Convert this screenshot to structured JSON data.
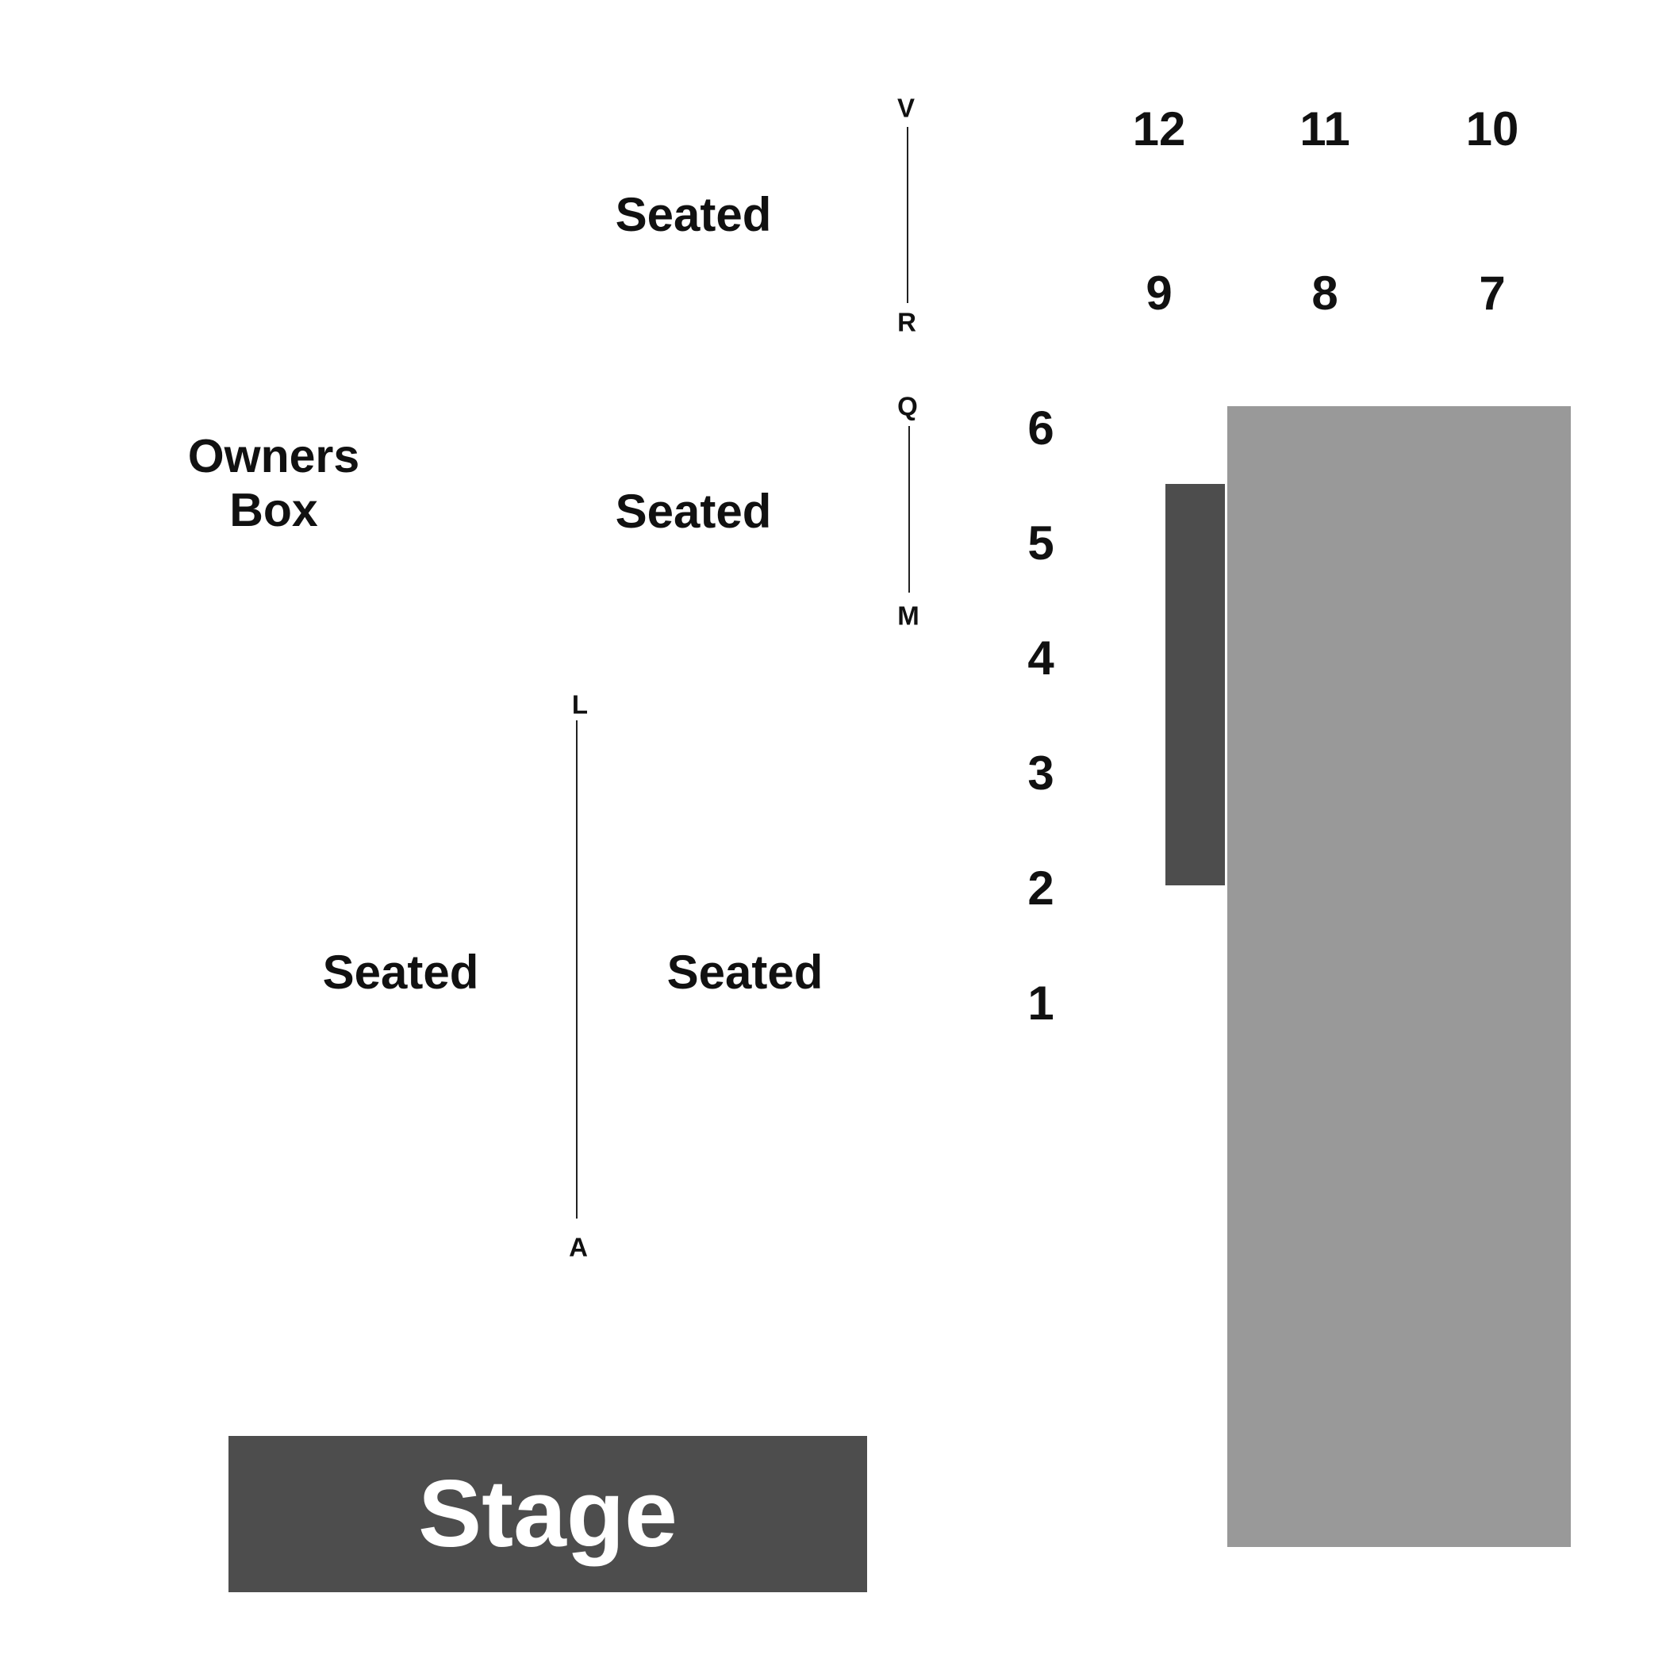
{
  "colors": {
    "background": "#ffffff",
    "text": "#111111",
    "stage": "#4d4d4d",
    "stage_text": "#ffffff",
    "tall_block": "#999999",
    "narrow_block": "#4d4d4d",
    "row_line": "#222222"
  },
  "sections": {
    "seated_upper": "Seated",
    "seated_middle": "Seated",
    "seated_lower_left": "Seated",
    "seated_lower_right": "Seated",
    "owners_box_line1": "Owners",
    "owners_box_line2": "Box"
  },
  "row_markers": {
    "upper_top": "V",
    "upper_bottom": "R",
    "middle_top": "Q",
    "middle_bottom": "M",
    "lower_top": "L",
    "lower_bottom": "A"
  },
  "boxes": {
    "b1": "1",
    "b2": "2",
    "b3": "3",
    "b4": "4",
    "b5": "5",
    "b6": "6",
    "b7": "7",
    "b8": "8",
    "b9": "9",
    "b10": "10",
    "b11": "11",
    "b12": "12"
  },
  "stage": {
    "label": "Stage"
  }
}
